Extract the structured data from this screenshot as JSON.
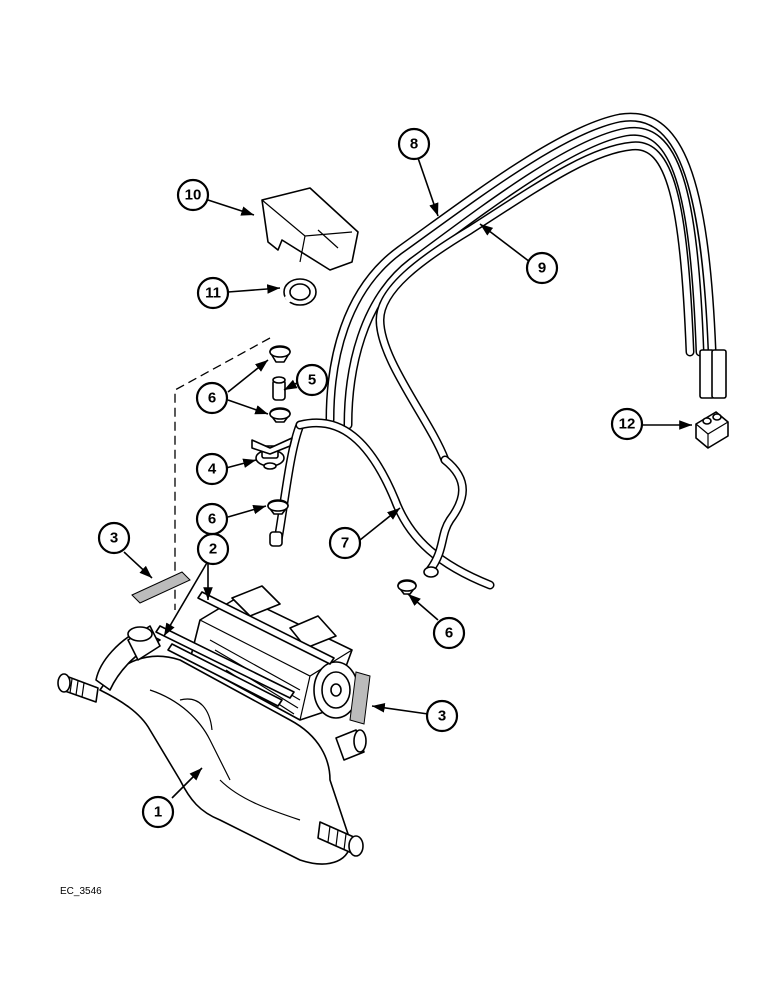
{
  "reference_code": "EC_3546",
  "callouts": [
    {
      "id": "c1",
      "label": "1"
    },
    {
      "id": "c2",
      "label": "2"
    },
    {
      "id": "c3a",
      "label": "3"
    },
    {
      "id": "c3b",
      "label": "3"
    },
    {
      "id": "c4",
      "label": "4"
    },
    {
      "id": "c5",
      "label": "5"
    },
    {
      "id": "c6a",
      "label": "6"
    },
    {
      "id": "c6b",
      "label": "6"
    },
    {
      "id": "c6c",
      "label": "6"
    },
    {
      "id": "c7",
      "label": "7"
    },
    {
      "id": "c8",
      "label": "8"
    },
    {
      "id": "c9",
      "label": "9"
    },
    {
      "id": "c10",
      "label": "10"
    },
    {
      "id": "c11",
      "label": "11"
    },
    {
      "id": "c12",
      "label": "12"
    }
  ]
}
